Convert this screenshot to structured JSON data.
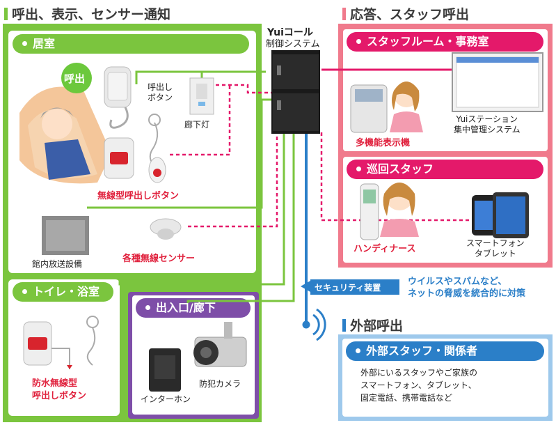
{
  "colors": {
    "green": "#7bc53e",
    "pink": "#f07a8c",
    "pinkDark": "#e4196a",
    "purple": "#7e4ea8",
    "blue": "#2b7fc8",
    "red": "#e0203c"
  },
  "headers": {
    "left": "呼出、表示、センサー通知",
    "right": "応答、スタッフ呼出",
    "external": "外部呼出"
  },
  "controller": {
    "brand": "Yuiコール",
    "sub": "制御システム"
  },
  "sections": {
    "room": {
      "title": "居室",
      "call_bubble": "呼出",
      "call_button": "呼出し\nボタン",
      "corridor_light": "廊下灯",
      "wireless_button": "無線型呼出しボタン",
      "broadcast": "館内放送設備",
      "sensors": "各種無線センサー"
    },
    "toilet": {
      "title": "トイレ・浴室",
      "button": "防水無線型\n呼出しボタン"
    },
    "entrance": {
      "title": "出入口/廊下",
      "camera": "防犯カメラ",
      "intercom": "インターホン"
    },
    "staff_room": {
      "title": "スタッフルーム・事務室",
      "phone": "多機能表示機",
      "station": "Yuiステーション\n集中管理システム"
    },
    "patrol": {
      "title": "巡回スタッフ",
      "handy": "ハンディナース",
      "smart": "スマートフォン\nタブレット"
    },
    "security": {
      "label": "セキュリティ装置",
      "desc": "ウイルスやスパムなど、\nネットの脅威を統合的に対策"
    },
    "external_staff": {
      "title": "外部スタッフ・関係者",
      "desc": "外部にいるスタッフやご家族の\nスマートフォン、タブレット、\n固定電話、携帯電話など"
    }
  }
}
